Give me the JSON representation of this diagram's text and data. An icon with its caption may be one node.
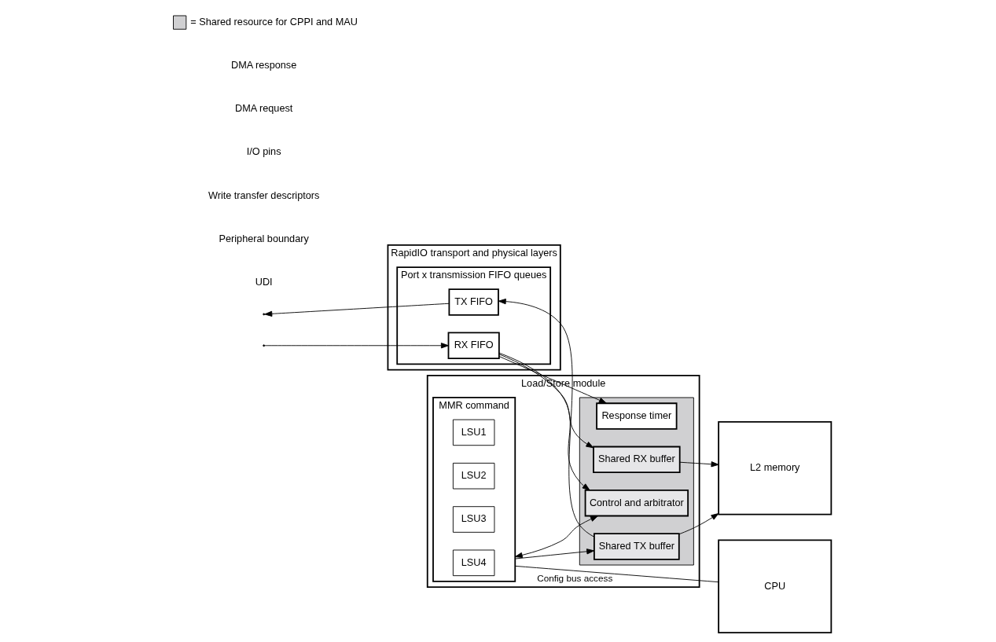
{
  "diagram": {
    "nodes": [
      {
        "text": [
          "RapidIO transport and physical layers"
        ]
      },
      {
        "text": [
          "Port x transmission FIFO queues"
        ],
        "in": 0
      },
      {
        "text": [
          "TX FIFO"
        ],
        "in": 1
      },
      {
        "text": [
          "RX FIFO"
        ],
        "in": 1
      },
      {
        "text": [
          "Load/Store module"
        ]
      },
      {
        "text": [
          "MMR command"
        ],
        "in": 4
      },
      {
        "text": [
          "LSU1"
        ],
        "in": 5
      },
      {
        "text": [
          "LSU2"
        ],
        "in": 5
      },
      {
        "text": [
          "LSU3"
        ],
        "in": 5
      },
      {
        "text": [
          "LSU4"
        ],
        "in": 5
      },
      {
        "text": [],
        "shape": "box",
        "in": 4
      },
      {
        "text": [
          "Control and arbitrator"
        ],
        "in": 10
      },
      {
        "text": [
          "Shared TX buffer"
        ],
        "in": 10
      },
      {
        "text": [
          "Response timer"
        ],
        "in": 10
      },
      {
        "text": [
          "Shared RX buffer"
        ],
        "in": 10
      },
      {
        "text": [
          "CPU"
        ]
      },
      {
        "text": [
          "L2 memory"
        ]
      }
    ],
    "edges": [
      {
        "from": 5,
        "to": 11,
        "arrow": "both"
      },
      {
        "from": 5,
        "to": 12,
        "arrow": "to"
      },
      {
        "from": 5,
        "to": 15,
        "arrow": "none",
        "label": "Config bus access"
      },
      {
        "from": 12,
        "to": 2,
        "arrow": "to"
      },
      {
        "from": 2,
        "to": null,
        "arrow": "to"
      },
      {
        "from": null,
        "to": 3,
        "arrow": "to"
      },
      {
        "from": 3,
        "to": 13,
        "arrow": "to"
      },
      {
        "from": 3,
        "to": 11,
        "arrow": "to"
      },
      {
        "from": 3,
        "to": 14,
        "arrow": "to"
      },
      {
        "from": 12,
        "to": 16,
        "arrow": "to"
      },
      {
        "from": 14,
        "to": 16,
        "arrow": "to"
      }
    ],
    "labels": [
      "UDI",
      "Peripheral boundary",
      "Write transfer descriptors",
      "I/O pins",
      "DMA request",
      "DMA response"
    ],
    "legend": [
      {
        "text": "= Shared resource for CPPI and MAU",
        "color": "#d0d0d2"
      }
    ]
  }
}
